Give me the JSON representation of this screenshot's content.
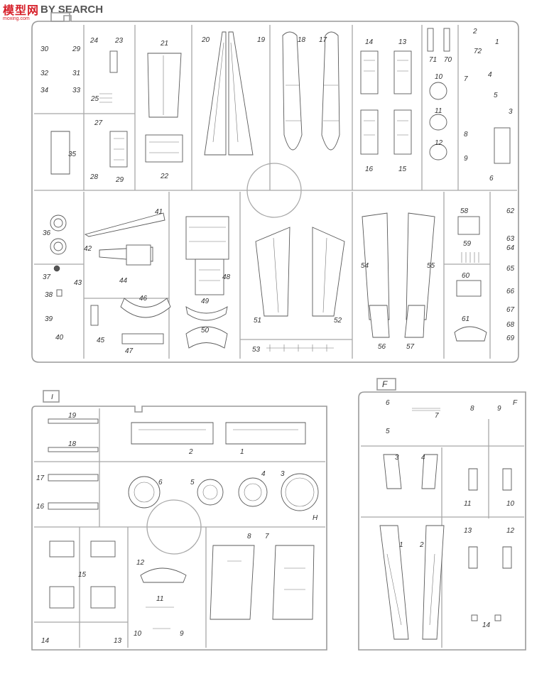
{
  "watermark": {
    "brand_cn": "模型网",
    "brand_en": "BY SEARCH",
    "site": "moxing.com"
  },
  "sprues": {
    "top": {
      "labels": [
        "30",
        "29",
        "32",
        "31",
        "34",
        "33",
        "24",
        "23",
        "25",
        "27",
        "28",
        "29b",
        "35",
        "21",
        "22",
        "20",
        "19",
        "18",
        "17",
        "14",
        "13",
        "16",
        "15",
        "71",
        "70",
        "10",
        "11",
        "12",
        "2",
        "72",
        "1",
        "7",
        "4",
        "5",
        "3",
        "8",
        "9",
        "6",
        "41",
        "36",
        "42",
        "37",
        "43",
        "44",
        "38",
        "39",
        "40",
        "45",
        "46",
        "47",
        "48",
        "49",
        "50",
        "51",
        "52",
        "53",
        "54",
        "55",
        "56",
        "57",
        "58",
        "59",
        "60",
        "61",
        "62",
        "63",
        "64",
        "65",
        "66",
        "67",
        "68",
        "69"
      ]
    },
    "I": {
      "letter": "I",
      "tag": "H",
      "labels": [
        "19",
        "18",
        "17",
        "16",
        "2",
        "1",
        "6",
        "5",
        "4",
        "3",
        "15",
        "12",
        "8",
        "7",
        "11",
        "10",
        "9",
        "14",
        "13"
      ]
    },
    "F": {
      "letter": "F",
      "corner": "F",
      "labels": [
        "6",
        "7",
        "5",
        "8",
        "9",
        "3",
        "4",
        "11",
        "10",
        "1",
        "2",
        "13",
        "12",
        "14"
      ]
    }
  }
}
